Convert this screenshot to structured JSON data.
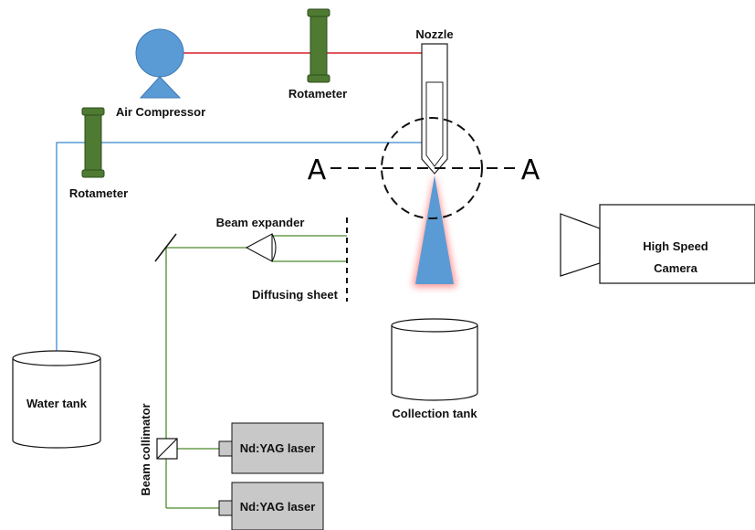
{
  "labels": {
    "nozzle": "Nozzle",
    "rotameter_air": "Rotameter",
    "air_compressor": "Air Compressor",
    "rotameter_water": "Rotameter",
    "section_left": "A",
    "section_right": "A",
    "beam_expander": "Beam expander",
    "diffusing_sheet": "Diffusing sheet",
    "high_speed_camera_line1": "High Speed",
    "high_speed_camera_line2": "Camera",
    "water_tank": "Water tank",
    "collection_tank": "Collection tank",
    "beam_collimator": "Beam collimator",
    "laser_1": "Nd:YAG laser",
    "laser_2": "Nd:YAG laser"
  },
  "colors": {
    "air_line": "#d9202a",
    "water_line": "#5b9bd5",
    "laser_line": "#4a8a2a",
    "rotameter": "#4e7a32",
    "compressor": "#5b9bd5",
    "spray": "#5b9bd5",
    "laser_body": "#c8c8c8"
  }
}
